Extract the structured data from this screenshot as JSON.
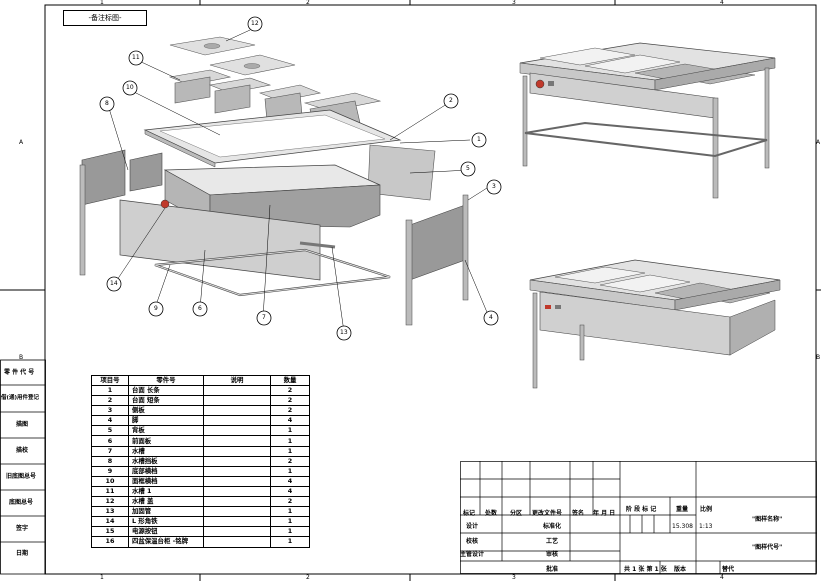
{
  "header": {
    "title": "-备注标图-"
  },
  "border": {
    "top_zones": [
      "1",
      "2",
      "3",
      "4"
    ],
    "bottom_zones": [
      "1",
      "2",
      "3",
      "4"
    ],
    "left_zones": [
      "A",
      "B"
    ],
    "right_zones": [
      "A",
      "B"
    ]
  },
  "left_strip": [
    "零 件 代 号",
    "借(通)用件登记",
    "描图",
    "描校",
    "旧底图总号",
    "底图总号",
    "签字",
    "日期"
  ],
  "callouts": [
    "1",
    "2",
    "3",
    "4",
    "5",
    "6",
    "7",
    "8",
    "9",
    "10",
    "11",
    "12",
    "13",
    "14"
  ],
  "bom": {
    "headers": [
      "项目号",
      "零件号",
      "说明",
      "数量"
    ],
    "rows": [
      [
        "1",
        "台面 长条",
        "",
        "2"
      ],
      [
        "2",
        "台面 短条",
        "",
        "2"
      ],
      [
        "3",
        "侧板",
        "",
        "2"
      ],
      [
        "4",
        "脚",
        "",
        "4"
      ],
      [
        "5",
        "背板",
        "",
        "1"
      ],
      [
        "6",
        "前面板",
        "",
        "1"
      ],
      [
        "7",
        "水槽",
        "",
        "1"
      ],
      [
        "8",
        "水槽挡板",
        "",
        "2"
      ],
      [
        "9",
        "底部横档",
        "",
        "1"
      ],
      [
        "10",
        "面框横档",
        "",
        "4"
      ],
      [
        "11",
        "水槽 1",
        "",
        "4"
      ],
      [
        "12",
        "水槽 盖",
        "",
        "2"
      ],
      [
        "13",
        "加固管",
        "",
        "1"
      ],
      [
        "14",
        "L 形角铁",
        "",
        "1"
      ],
      [
        "15",
        "电源按钮",
        "",
        "1"
      ],
      [
        "16",
        "四盆保温台柜 -铭牌",
        "",
        "1"
      ]
    ]
  },
  "title_block": {
    "rev_headers": [
      "标记",
      "处数",
      "分区",
      "更改文件号",
      "签名",
      "年 月 日"
    ],
    "roles": [
      "设计",
      "校核",
      "主管设计"
    ],
    "roles2": [
      "标准化",
      "工艺",
      "审核",
      "批准"
    ],
    "stage_label": "阶 段 标 记",
    "weight_label": "重量",
    "scale_label": "比例",
    "weight_value": "15.308",
    "scale_value": "1:13",
    "drawing_name": "\"图样名称\"",
    "drawing_code": "\"图样代号\"",
    "sheets": "共 1 张   第 1 张",
    "version": "版本",
    "replaces": "替代"
  },
  "colors": {
    "steel_light": "#d6d6d6",
    "steel_mid": "#b0b0b0",
    "steel_dark": "#8a8a8a",
    "knob": "#c0392b"
  }
}
